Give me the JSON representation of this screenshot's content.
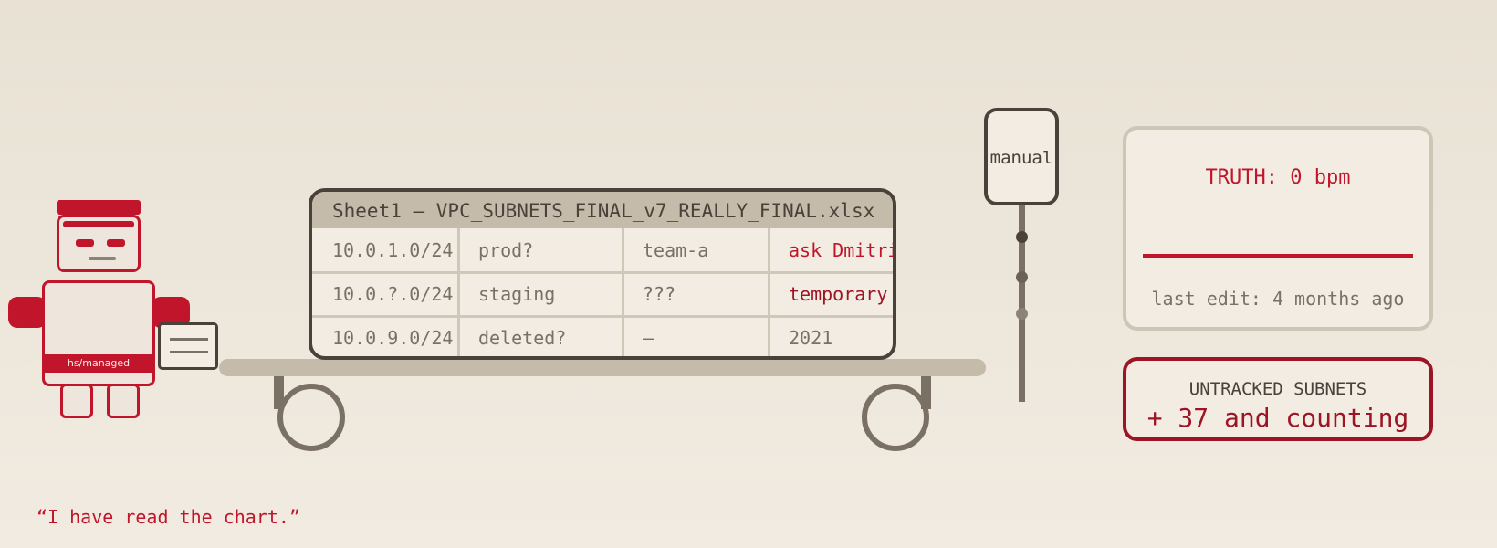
{
  "robot": {
    "belt_label": "hs/managed"
  },
  "sheet": {
    "title": "Sheet1 — VPC_SUBNETS_FINAL_v7_REALLY_FINAL.xlsx",
    "rows": [
      [
        "10.0.1.0/24",
        "prod?",
        "team-a",
        "ask Dmitri"
      ],
      [
        "10.0.?.0/24",
        "staging",
        "???",
        "temporary"
      ],
      [
        "10.0.9.0/24",
        "deleted?",
        "—",
        "2021"
      ]
    ]
  },
  "sign": {
    "label": "manual"
  },
  "truth_panel": {
    "title": "TRUTH: 0 bpm",
    "last_edit": "last edit: 4 months ago"
  },
  "untracked_panel": {
    "label": "UNTRACKED SUBNETS",
    "count": "+ 37 and counting"
  },
  "quote": "“I have read the chart.”",
  "colors": {
    "accent_red": "#c0152a",
    "dark_red": "#9d1425",
    "ink": "#4a423a",
    "muted": "#7b7064",
    "paper": "#f3ece2"
  }
}
